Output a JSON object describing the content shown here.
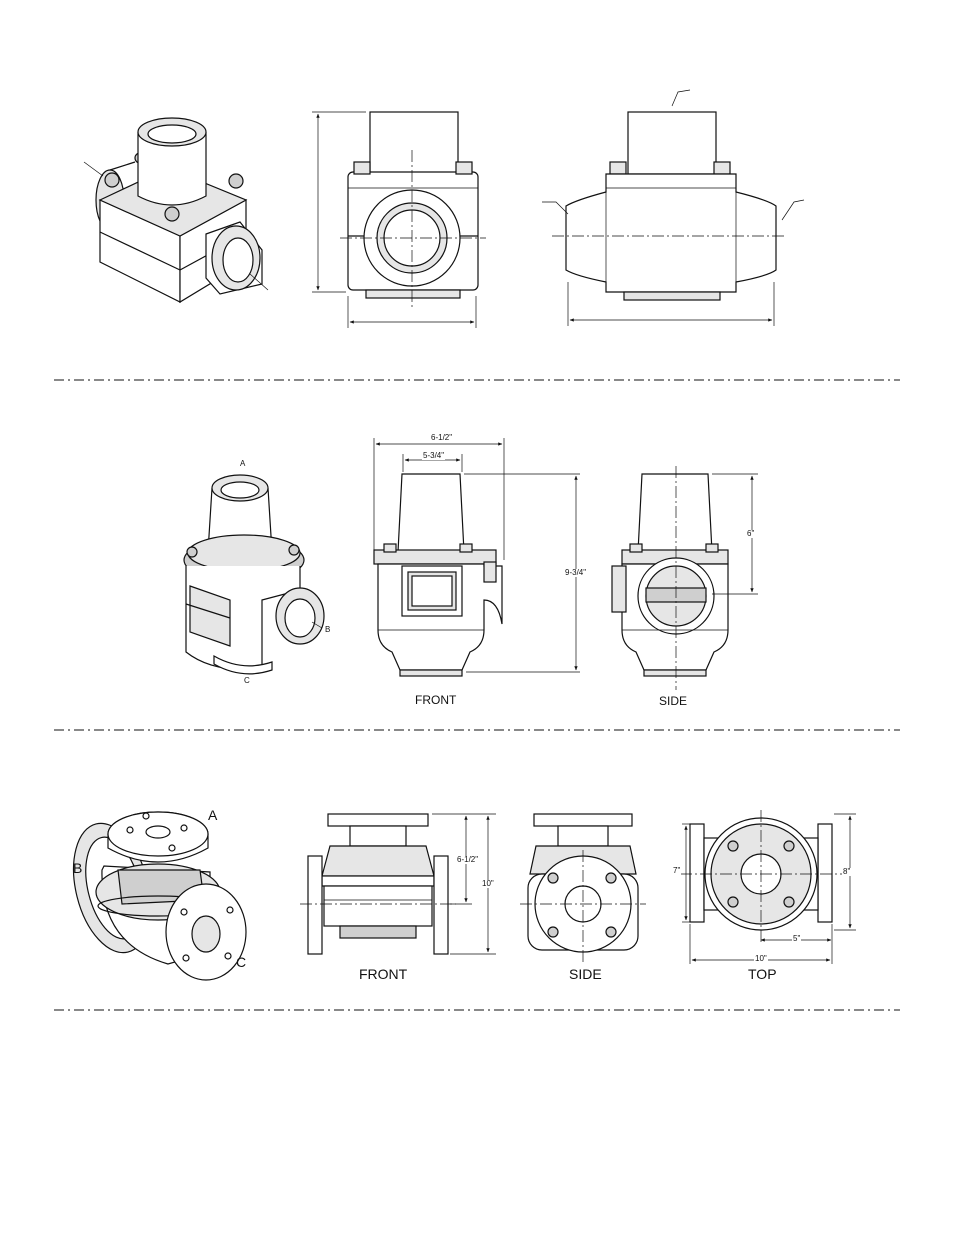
{
  "row2": {
    "iso_labels": {
      "inlet": "A",
      "side": "B",
      "bottom": "C"
    },
    "dims": {
      "overall_width": "6-1/2\"",
      "top_width": "5-3/4\"",
      "height": "9-3/4\"",
      "side_height": "6\""
    },
    "view_titles": {
      "front": "FRONT",
      "side": "SIDE"
    }
  },
  "row3": {
    "iso_labels": {
      "top": "A",
      "left": "B",
      "right": "C"
    },
    "dims": {
      "upper_height": "6-1/2\"",
      "height": "10\"",
      "top_depth": "7\"",
      "top_depth_outer": "8\"",
      "top_half": "5\"",
      "top_width": "10\""
    },
    "view_titles": {
      "front": "FRONT",
      "side": "SIDE",
      "top": "TOP"
    }
  }
}
